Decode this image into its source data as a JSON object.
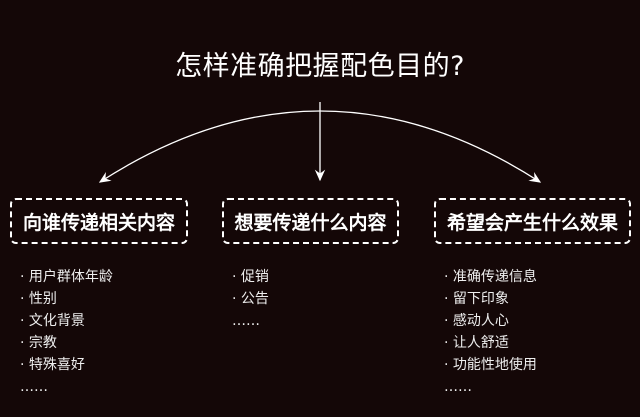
{
  "title": "怎样准确把握配色目的?",
  "columns": [
    {
      "heading": "向谁传递相关内容",
      "items": [
        "· 用户群体年龄",
        "· 性别",
        "· 文化背景",
        "· 宗教",
        "· 特殊喜好",
        "……"
      ]
    },
    {
      "heading": "想要传递什么内容",
      "items": [
        "· 促销",
        "· 公告",
        "……"
      ]
    },
    {
      "heading": "希望会产生什么效果",
      "items": [
        "· 准确传递信息",
        "· 留下印象",
        "· 感动人心",
        "· 让人舒适",
        "· 功能性地使用",
        "……"
      ]
    }
  ]
}
